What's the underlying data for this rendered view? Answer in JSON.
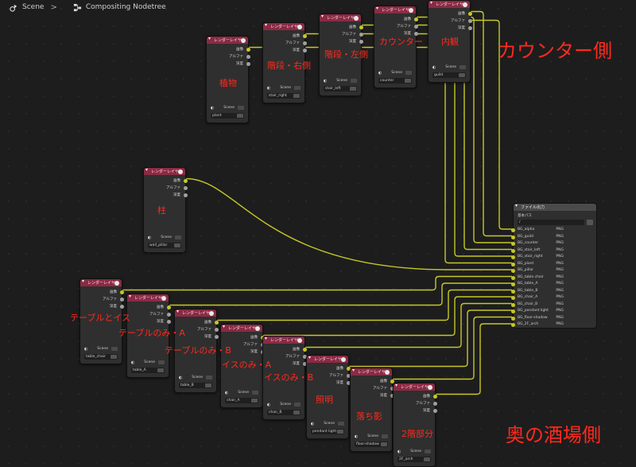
{
  "header": {
    "scene_icon": "scene-icon",
    "scene_label": "Scene",
    "separator": ">",
    "tree_icon": "node-tree-icon",
    "tree_label": "Compositing Nodetree"
  },
  "colors": {
    "background": "#1d1d1d",
    "node_header": "#8b2a44",
    "wire": "#c7c729",
    "annotation": "#ff2a1e"
  },
  "render_layer_nodes": [
    {
      "title": "レンダーレイヤー",
      "outputs": [
        "画像",
        "アルファ",
        "深度"
      ],
      "scene": "Scene",
      "layer": "plant",
      "note": "植物"
    },
    {
      "title": "レンダーレイヤー",
      "outputs": [
        "画像",
        "アルファ",
        "深度"
      ],
      "scene": "Scene",
      "layer": "stair_right",
      "note": "階段・右側"
    },
    {
      "title": "レンダーレイヤー",
      "outputs": [
        "画像",
        "アルファ",
        "深度"
      ],
      "scene": "Scene",
      "layer": "stair_left",
      "note": "階段・左側"
    },
    {
      "title": "レンダーレイヤー",
      "outputs": [
        "画像",
        "アルファ",
        "深度"
      ],
      "scene": "Scene",
      "layer": "counter",
      "note": "カウンター"
    },
    {
      "title": "レンダーレイヤー",
      "outputs": [
        "画像",
        "アルファ",
        "深度"
      ],
      "scene": "Scene",
      "layer": "guild",
      "note": "内観"
    },
    {
      "title": "レンダーレイヤー",
      "outputs": [
        "画像",
        "アルファ",
        "深度"
      ],
      "scene": "Scene",
      "layer": "wall_pillar",
      "note": "柱"
    },
    {
      "title": "レンダーレイヤー",
      "outputs": [
        "画像",
        "アルファ",
        "深度"
      ],
      "scene": "Scene",
      "layer": "table_chair",
      "note": "テーブルとイス"
    },
    {
      "title": "レンダーレイヤー",
      "outputs": [
        "画像",
        "アルファ",
        "深度"
      ],
      "scene": "Scene",
      "layer": "table_A",
      "note": "テーブルのみ・A"
    },
    {
      "title": "レンダーレイヤー",
      "outputs": [
        "画像",
        "アルファ",
        "深度"
      ],
      "scene": "Scene",
      "layer": "table_B",
      "note": "テーブルのみ・B"
    },
    {
      "title": "レンダーレイヤー",
      "outputs": [
        "画像",
        "アルファ",
        "深度"
      ],
      "scene": "Scene",
      "layer": "chair_A",
      "note": "イスのみ・A"
    },
    {
      "title": "レンダーレイヤー",
      "outputs": [
        "画像",
        "アルファ",
        "深度"
      ],
      "scene": "Scene",
      "layer": "chair_B",
      "note": "イスのみ・B"
    },
    {
      "title": "レンダーレイヤー",
      "outputs": [
        "画像",
        "アルファ",
        "深度"
      ],
      "scene": "Scene",
      "layer": "pendant light",
      "note": "照明"
    },
    {
      "title": "レンダーレイヤー",
      "outputs": [
        "画像",
        "アルファ",
        "深度"
      ],
      "scene": "Scene",
      "layer": "floor-shadow",
      "note": "落ち影"
    },
    {
      "title": "レンダーレイヤー",
      "outputs": [
        "画像",
        "アルファ",
        "深度"
      ],
      "scene": "Scene",
      "layer": "2F_arch",
      "note": "2階部分"
    }
  ],
  "file_output_node": {
    "title": "ファイル出力",
    "path_label": "基本パス",
    "path_value": "/",
    "inputs": [
      "BG_alpha",
      "BG_guild",
      "BG_counter",
      "BG_stair_left",
      "BG_stair_right",
      "BG_plant",
      "BG_pillar",
      "BG_table.chair",
      "BG_table_A",
      "BG_table_B",
      "BG_chair_A",
      "BG_chair_B",
      "BG_pendant light",
      "BG_floor-shadow",
      "BG_2F_arch"
    ],
    "format": "PNG"
  },
  "annotations": {
    "counter_side": "カウンター側",
    "tavern_side": "奥の酒場側"
  }
}
